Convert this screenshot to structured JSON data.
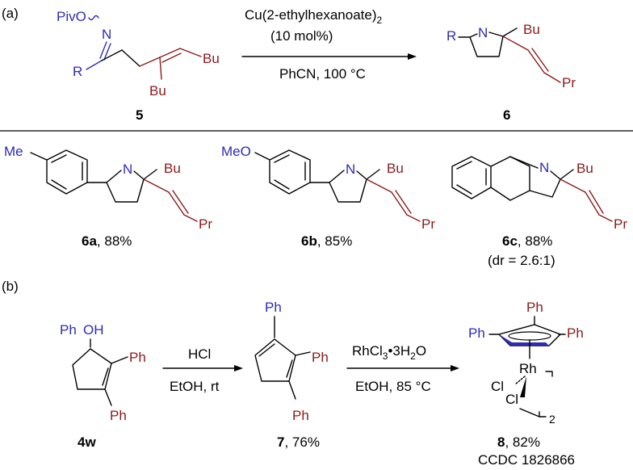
{
  "panels": {
    "a": "(a)",
    "b": "(b)"
  },
  "reaction_a": {
    "reagent": "Cu(2-ethylhexanoate)",
    "reagent_sub": "2",
    "loading": "(10 mol%)",
    "conditions": "PhCN, 100 °C"
  },
  "compound_5": {
    "label": "5",
    "atoms": {
      "pivo": "PivO",
      "n": "N",
      "r": "R",
      "bu1": "Bu",
      "bu2": "Bu"
    }
  },
  "compound_6": {
    "label": "6",
    "atoms": {
      "r": "R",
      "n": "N",
      "bu": "Bu",
      "pr": "Pr"
    }
  },
  "products": [
    {
      "id": "6a",
      "yield": ", 88%",
      "atoms": {
        "sub": "Me",
        "n": "N",
        "bu": "Bu",
        "pr": "Pr"
      }
    },
    {
      "id": "6b",
      "yield": ", 85%",
      "atoms": {
        "sub": "MeO",
        "n": "N",
        "bu": "Bu",
        "pr": "Pr"
      }
    },
    {
      "id": "6c",
      "yield": ", 88%",
      "note": "(dr = 2.6:1)",
      "atoms": {
        "n": "N",
        "bu": "Bu",
        "pr": "Pr"
      }
    }
  ],
  "reaction_b": {
    "step1_reagent": "HCl",
    "step1_conditions": "EtOH, rt",
    "step2_reagent_pre": "RhCl",
    "step2_reagent_sub1": "3",
    "step2_reagent_mid": "•3H",
    "step2_reagent_sub2": "2",
    "step2_reagent_post": "O",
    "step2_conditions": "EtOH, 85 °C"
  },
  "compound_4w": {
    "label": "4w",
    "atoms": {
      "ph1": "Ph",
      "oh": "OH",
      "ph2": "Ph",
      "ph3": "Ph"
    }
  },
  "compound_7": {
    "label": "7",
    "yield": ", 76%",
    "atoms": {
      "ph1": "Ph",
      "ph2": "Ph",
      "ph3": "Ph"
    }
  },
  "compound_8": {
    "label": "8",
    "yield": ", 82%",
    "ccdc": "CCDC 1826866",
    "atoms": {
      "ph_top": "Ph",
      "ph_left": "Ph",
      "ph_right": "Ph",
      "rh": "Rh",
      "cl1": "Cl",
      "cl2": "Cl",
      "dimer": "2"
    }
  },
  "colors": {
    "blue": "#2f2bb5",
    "red": "#8b1a1a",
    "black": "#000000"
  }
}
